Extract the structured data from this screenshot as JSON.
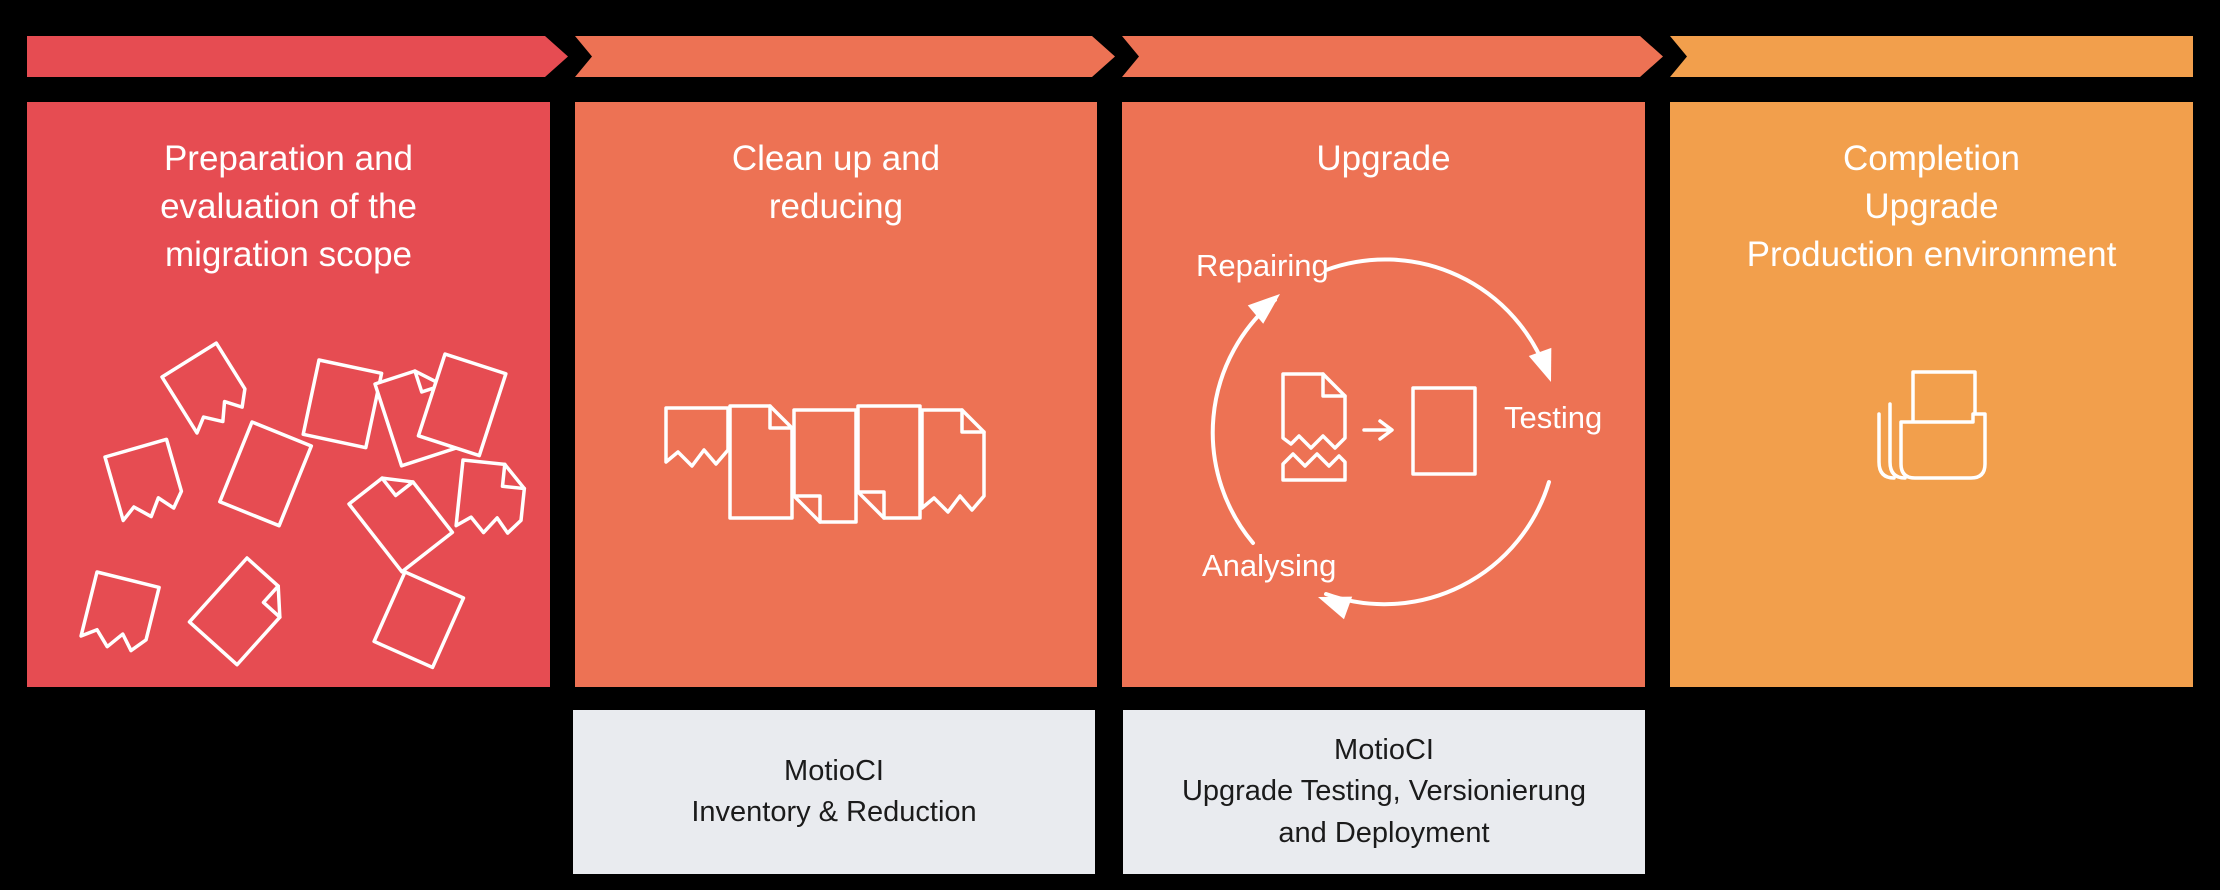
{
  "diagram": {
    "background": "#000000",
    "icon_stroke": "#ffffff",
    "arrow_band": {
      "segments": [
        {
          "color": "#e64c52"
        },
        {
          "color": "#ed7254"
        },
        {
          "color": "#ed7254"
        },
        {
          "color": "#f29f4c"
        }
      ]
    },
    "phases": [
      {
        "id": "preparation",
        "color": "#e64c52",
        "title_lines": [
          "Preparation and",
          "evaluation of the",
          "migration scope"
        ],
        "icon": "scattered-documents-icon"
      },
      {
        "id": "cleanup",
        "color": "#ed7254",
        "title_lines": [
          "Clean up and",
          "reducing"
        ],
        "icon": "document-row-icon"
      },
      {
        "id": "upgrade",
        "color": "#ed7254",
        "title_lines": [
          "Upgrade"
        ],
        "icon": "repair-cycle-icon",
        "cycle_labels": {
          "repairing": "Repairing",
          "testing": "Testing",
          "analysing": "Analysing"
        }
      },
      {
        "id": "completion",
        "color": "#f29f4c",
        "title_lines": [
          "Completion",
          "Upgrade",
          "Production environment"
        ],
        "icon": "folder-documents-icon"
      }
    ],
    "callouts": [
      {
        "bg": "#e9ebef",
        "text_color": "#1b1b1b",
        "lines": [
          "MotioCI",
          "Inventory & Reduction"
        ]
      },
      {
        "bg": "#e9ebef",
        "text_color": "#1b1b1b",
        "lines": [
          "MotioCI",
          "Upgrade Testing, Versionierung",
          "and Deployment"
        ]
      }
    ]
  }
}
